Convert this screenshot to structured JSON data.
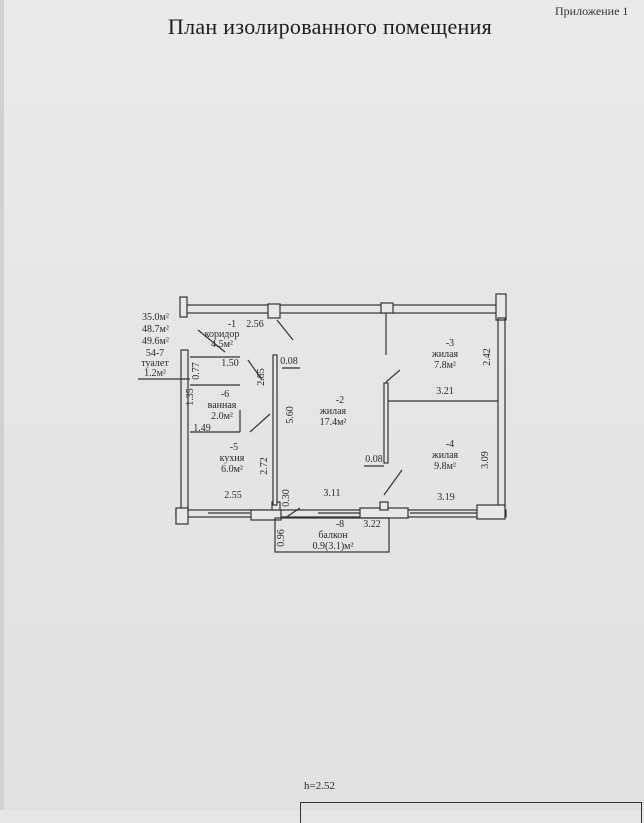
{
  "header": {
    "appendix": "Приложение 1",
    "title": "План изолированного помещения"
  },
  "summary": {
    "area_1": "35.0м²",
    "area_2": "48.7м²",
    "area_3": "49.6м²"
  },
  "rooms": {
    "corridor": {
      "num": "-1",
      "name": "коридор",
      "area": "4.5м²"
    },
    "living_large": {
      "num": "-2",
      "name": "жилая",
      "area": "17.4м²"
    },
    "living_small": {
      "num": "-3",
      "name": "жилая",
      "area": "7.8м²"
    },
    "living_mid": {
      "num": "-4",
      "name": "жилая",
      "area": "9.8м²"
    },
    "kitchen": {
      "num": "-5",
      "name": "кухня",
      "area": "6.0м²"
    },
    "bathroom": {
      "num": "-6",
      "name": "ванная",
      "area": "2.0м²"
    },
    "toilet": {
      "num": "54-7",
      "name": "туалет",
      "area": "1.2м²"
    },
    "balcony": {
      "num": "-8",
      "name": "балкон",
      "area": "0.9(3.1)м²"
    }
  },
  "dimensions": {
    "d_256": "2.56",
    "d_008a": "0.08",
    "d_150": "1.50",
    "d_077": "0.77",
    "d_285": "2.85",
    "d_135": "1.35",
    "d_149": "1.49",
    "d_560": "5.60",
    "d_242": "2.42",
    "d_321": "3.21",
    "d_309": "3.09",
    "d_008b": "0.08",
    "d_272": "2.72",
    "d_255": "2.55",
    "d_030": "0.30",
    "d_311": "3.11",
    "d_319": "3.19",
    "d_322": "3.22",
    "d_096": "0.96"
  },
  "footer": {
    "ceiling_height": "h=2.52"
  }
}
